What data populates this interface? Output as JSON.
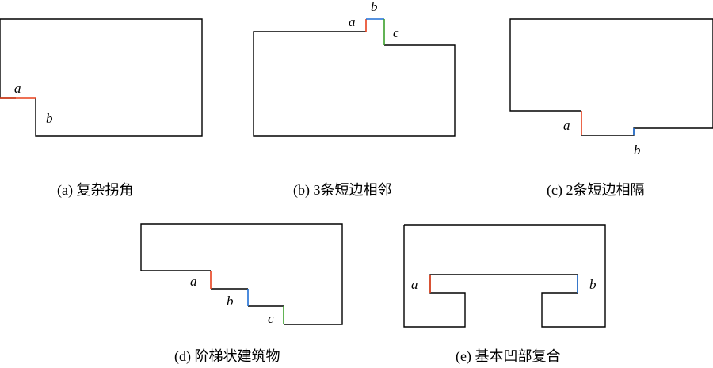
{
  "colors": {
    "outline": "#000000",
    "segment_red": "#e8401c",
    "segment_blue": "#1f6fd6",
    "segment_green": "#3aa02a"
  },
  "panels": [
    {
      "id": "a",
      "caption": "(a) 复杂拐角",
      "labels": [
        "a",
        "b"
      ]
    },
    {
      "id": "b",
      "caption": "(b)  3条短边相邻",
      "labels": [
        "a",
        "b",
        "c"
      ]
    },
    {
      "id": "c",
      "caption": "(c)  2条短边相隔",
      "labels": [
        "a",
        "b"
      ]
    },
    {
      "id": "d",
      "caption": "(d) 阶梯状建筑物",
      "labels": [
        "a",
        "b",
        "c"
      ]
    },
    {
      "id": "e",
      "caption": "(e) 基本凹部复合",
      "labels": [
        "a",
        "b"
      ]
    }
  ]
}
